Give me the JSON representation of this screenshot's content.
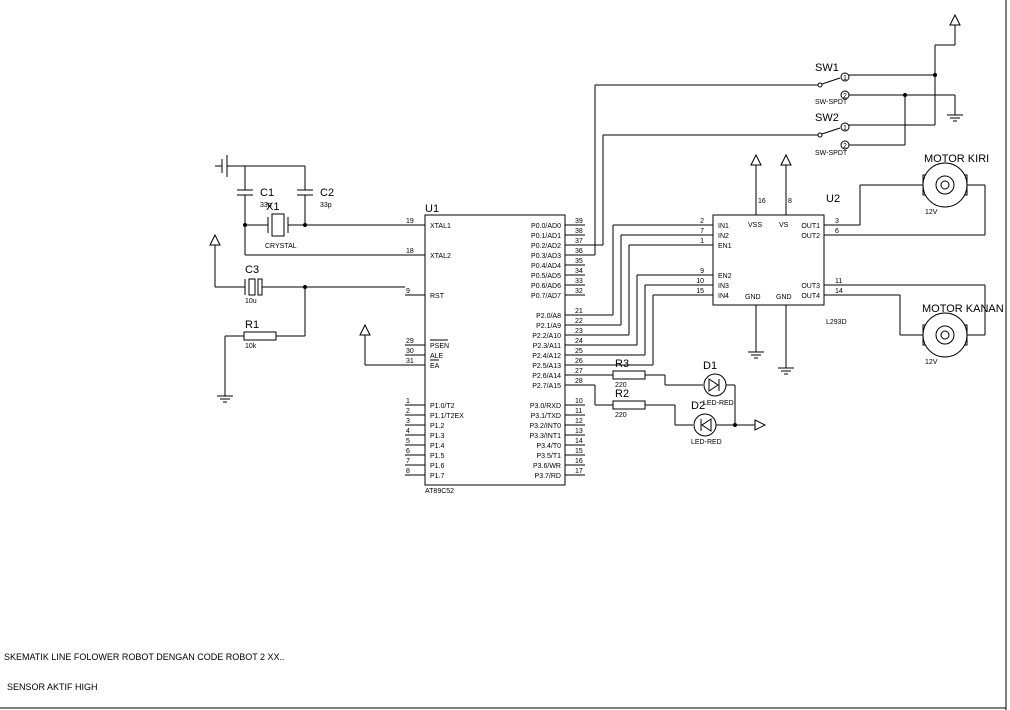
{
  "notes": {
    "line1": "SKEMATIK LINE FOLOWER ROBOT DENGAN CODE ROBOT 2 XX..",
    "line2": "SENSOR AKTIF HIGH"
  },
  "u1": {
    "ref": "U1",
    "part": "AT89C52",
    "left_pins": [
      {
        "num": "19",
        "name": "XTAL1"
      },
      {
        "num": "18",
        "name": "XTAL2"
      },
      {
        "num": "9",
        "name": "RST"
      },
      {
        "num": "29",
        "name": "PSEN"
      },
      {
        "num": "30",
        "name": "ALE"
      },
      {
        "num": "31",
        "name": "EA"
      },
      {
        "num": "1",
        "name": "P1.0/T2"
      },
      {
        "num": "2",
        "name": "P1.1/T2EX"
      },
      {
        "num": "3",
        "name": "P1.2"
      },
      {
        "num": "4",
        "name": "P1.3"
      },
      {
        "num": "5",
        "name": "P1.4"
      },
      {
        "num": "6",
        "name": "P1.5"
      },
      {
        "num": "7",
        "name": "P1.6"
      },
      {
        "num": "8",
        "name": "P1.7"
      }
    ],
    "right_pins": [
      {
        "num": "39",
        "name": "P0.0/AD0"
      },
      {
        "num": "38",
        "name": "P0.1/AD1"
      },
      {
        "num": "37",
        "name": "P0.2/AD2"
      },
      {
        "num": "36",
        "name": "P0.3/AD3"
      },
      {
        "num": "35",
        "name": "P0.4/AD4"
      },
      {
        "num": "34",
        "name": "P0.5/AD5"
      },
      {
        "num": "33",
        "name": "P0.6/AD6"
      },
      {
        "num": "32",
        "name": "P0.7/AD7"
      },
      {
        "num": "21",
        "name": "P2.0/A8"
      },
      {
        "num": "22",
        "name": "P2.1/A9"
      },
      {
        "num": "23",
        "name": "P2.2/A10"
      },
      {
        "num": "24",
        "name": "P2.3/A11"
      },
      {
        "num": "25",
        "name": "P2.4/A12"
      },
      {
        "num": "26",
        "name": "P2.5/A13"
      },
      {
        "num": "27",
        "name": "P2.6/A14"
      },
      {
        "num": "28",
        "name": "P2.7/A15"
      },
      {
        "num": "10",
        "name": "P3.0/RXD"
      },
      {
        "num": "11",
        "name": "P3.1/TXD"
      },
      {
        "num": "12",
        "name": "P3.2/INT0"
      },
      {
        "num": "13",
        "name": "P3.3/INT1"
      },
      {
        "num": "14",
        "name": "P3.4/T0"
      },
      {
        "num": "15",
        "name": "P3.5/T1"
      },
      {
        "num": "16",
        "name": "P3.6/WR"
      },
      {
        "num": "17",
        "name": "P3.7/RD"
      }
    ]
  },
  "u2": {
    "ref": "U2",
    "part": "L293D",
    "in_pins": [
      {
        "num": "2",
        "name": "IN1"
      },
      {
        "num": "7",
        "name": "IN2"
      },
      {
        "num": "1",
        "name": "EN1"
      },
      {
        "num": "9",
        "name": "EN2"
      },
      {
        "num": "10",
        "name": "IN3"
      },
      {
        "num": "15",
        "name": "IN4"
      }
    ],
    "out_pins": [
      {
        "num": "3",
        "name": "OUT1"
      },
      {
        "num": "6",
        "name": "OUT2"
      },
      {
        "num": "11",
        "name": "OUT3"
      },
      {
        "num": "14",
        "name": "OUT4"
      }
    ],
    "top_pins": [
      {
        "num": "16",
        "name": "VSS"
      },
      {
        "num": "8",
        "name": "VS"
      }
    ],
    "bottom_pins": [
      {
        "name": "GND"
      },
      {
        "name": "GND"
      }
    ]
  },
  "components": {
    "c1": {
      "ref": "C1",
      "value": "33p"
    },
    "c2": {
      "ref": "C2",
      "value": "33p"
    },
    "x1": {
      "ref": "X1",
      "value": "CRYSTAL"
    },
    "c3": {
      "ref": "C3",
      "value": "10u"
    },
    "r1": {
      "ref": "R1",
      "value": "10k"
    },
    "r2": {
      "ref": "R2",
      "value": "220"
    },
    "r3": {
      "ref": "R3",
      "value": "220"
    },
    "d1": {
      "ref": "D1",
      "value": "LED-RED"
    },
    "d2": {
      "ref": "D2",
      "value": "LED-RED"
    },
    "sw1": {
      "ref": "SW1",
      "value": "SW-SPDT"
    },
    "sw2": {
      "ref": "SW2",
      "value": "SW-SPDT"
    },
    "motor_kiri": {
      "label": "MOTOR KIRI",
      "voltage": "12V"
    },
    "motor_kanan": {
      "label": "MOTOR KANAN",
      "voltage": "12V"
    }
  }
}
